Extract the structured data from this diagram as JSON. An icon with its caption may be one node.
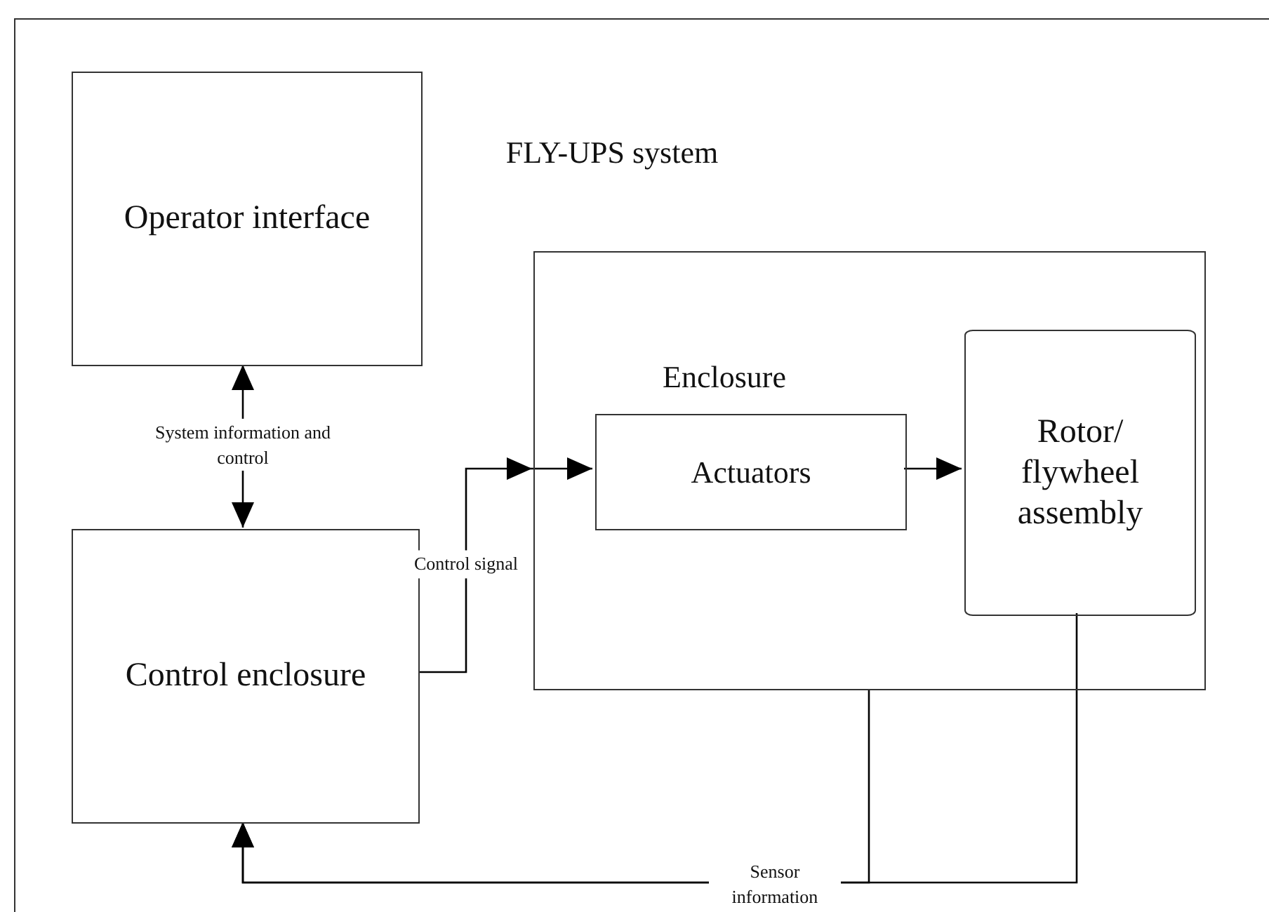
{
  "diagram": {
    "nodes": [
      {
        "text": [
          "FLY-UPS system"
        ]
      },
      {
        "text": [
          "Operator interface"
        ],
        "in": 0
      },
      {
        "text": [
          "Control enclosure"
        ],
        "in": 0
      },
      {
        "text": [
          "Enclosure"
        ],
        "in": 0
      },
      {
        "text": [
          "Actuators"
        ],
        "in": 3
      },
      {
        "text": [
          "Rotor/ flywheel assembly"
        ],
        "in": 3
      }
    ],
    "edges": [
      {
        "from": 1,
        "to": 2,
        "arrow": "both",
        "label": "System information and control"
      },
      {
        "from": 2,
        "to": 3,
        "arrow": "to",
        "label": "Control signal"
      },
      {
        "from": 3,
        "to": 4,
        "arrow": "to"
      },
      {
        "from": 4,
        "to": 5,
        "arrow": "to"
      },
      {
        "from": 3,
        "to": 2,
        "arrow": "to",
        "label": "Sensor information"
      },
      {
        "from": 5,
        "to": 2,
        "arrow": "to"
      }
    ]
  }
}
